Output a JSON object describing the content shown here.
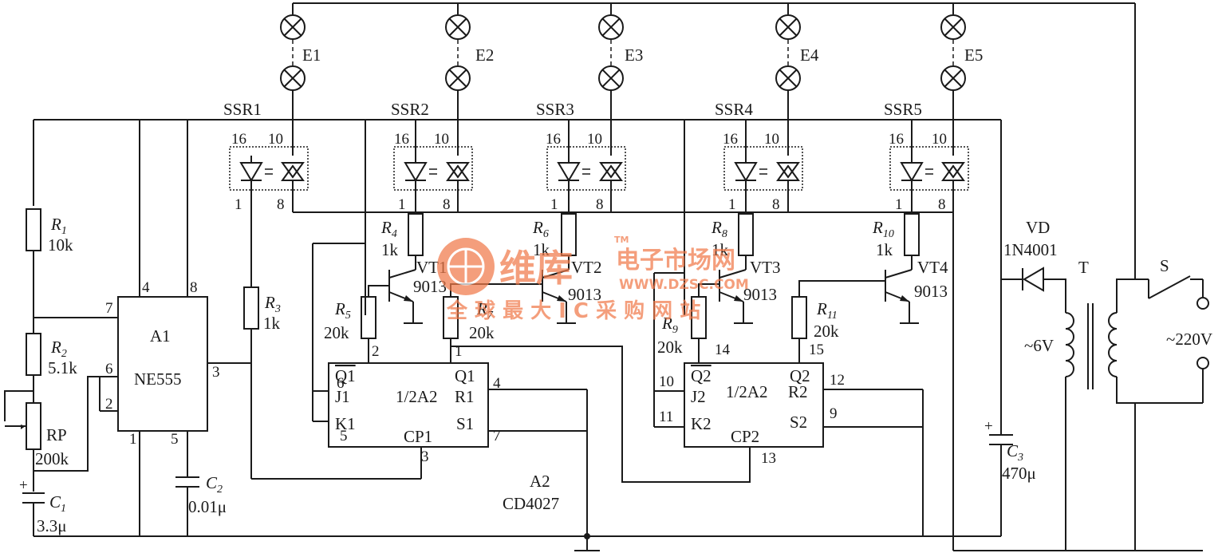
{
  "lamps": [
    "E1",
    "E2",
    "E3",
    "E4",
    "E5"
  ],
  "ssr": [
    {
      "name": "SSR1",
      "p16": "16",
      "p10": "10",
      "p1": "1",
      "p8": "8"
    },
    {
      "name": "SSR2",
      "p16": "16",
      "p10": "10",
      "p1": "1",
      "p8": "8"
    },
    {
      "name": "SSR3",
      "p16": "16",
      "p10": "10",
      "p1": "1",
      "p8": "8"
    },
    {
      "name": "SSR4",
      "p16": "16",
      "p10": "10",
      "p1": "1",
      "p8": "8"
    },
    {
      "name": "SSR5",
      "p16": "16",
      "p10": "10",
      "p1": "1",
      "p8": "8"
    }
  ],
  "resistors": {
    "r1": {
      "name": "R",
      "sub": "1",
      "value": "10k"
    },
    "r2": {
      "name": "R",
      "sub": "2",
      "value": "5.1k"
    },
    "rp": {
      "name": "RP",
      "value": "200k"
    },
    "r3": {
      "name": "R",
      "sub": "3",
      "value": "1k"
    },
    "r4": {
      "name": "R",
      "sub": "4",
      "value": "1k"
    },
    "r5": {
      "name": "R",
      "sub": "5",
      "value": "20k"
    },
    "r6": {
      "name": "R",
      "sub": "6",
      "value": "1k"
    },
    "r7": {
      "name": "R",
      "sub": "7",
      "value": "20k"
    },
    "r8": {
      "name": "R",
      "sub": "8",
      "value": "1k"
    },
    "r9": {
      "name": "R",
      "sub": "9",
      "value": "20k"
    },
    "r10": {
      "name": "R",
      "sub": "10",
      "value": "1k"
    },
    "r11": {
      "name": "R",
      "sub": "11",
      "value": "20k"
    }
  },
  "capacitors": {
    "c1": {
      "name": "C",
      "sub": "1",
      "value": "3.3μ"
    },
    "c2": {
      "name": "C",
      "sub": "2",
      "value": "0.01μ"
    },
    "c3": {
      "name": "C",
      "sub": "3",
      "value": "470μ"
    }
  },
  "transistors": [
    {
      "name": "VT1",
      "type": "9013"
    },
    {
      "name": "VT2",
      "type": "9013"
    },
    {
      "name": "VT3",
      "type": "9013"
    },
    {
      "name": "VT4",
      "type": "9013"
    }
  ],
  "a1": {
    "name": "A1",
    "part": "NE555",
    "pins": {
      "p4": "4",
      "p8": "8",
      "p7": "7",
      "p6": "6",
      "p2": "2",
      "p3": "3",
      "p1": "1",
      "p5": "5"
    }
  },
  "a2": {
    "name": "A2",
    "part": "CD4027",
    "half1": {
      "label": "1/2A2",
      "qbar": "Q1",
      "q": "Q1",
      "j": "J1",
      "k": "K1",
      "r": "R1",
      "s": "S1",
      "cp": "CP1",
      "pins": {
        "qbar": "2",
        "q": "1",
        "j": "6",
        "k": "5",
        "r": "4",
        "s": "7",
        "cp": "3"
      }
    },
    "half2": {
      "label": "1/2A2",
      "qbar": "Q2",
      "q": "Q2",
      "j": "J2",
      "k": "K2",
      "r": "R2",
      "s": "S2",
      "cp": "CP2",
      "pins": {
        "qbar": "14",
        "q": "15",
        "j": "10",
        "k": "11",
        "r": "12",
        "s": "9",
        "cp": "13"
      }
    }
  },
  "power": {
    "diode_name": "VD",
    "diode_part": "1N4001",
    "transformer": "T",
    "secondary": "~6V",
    "switch": "S",
    "mains": "~220V"
  },
  "watermark": {
    "brand": "维库",
    "cn": "电子市场网",
    "url": "WWW.DZSC.COM",
    "slogan": "全 球 最 大 I C 采 购 网 站",
    "tm": "TM"
  }
}
